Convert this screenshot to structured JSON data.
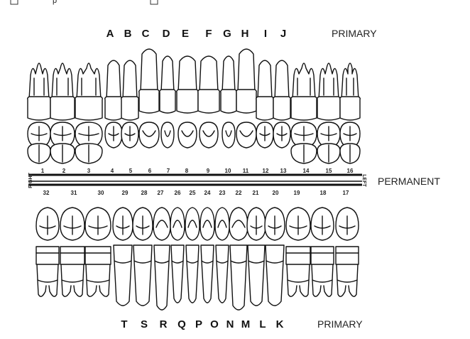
{
  "primary_upper": {
    "letters": [
      "A",
      "B",
      "C",
      "D",
      "E",
      "F",
      "G",
      "H",
      "I",
      "J"
    ],
    "label": "PRIMARY"
  },
  "primary_lower": {
    "letters": [
      "T",
      "S",
      "R",
      "Q",
      "P",
      "O",
      "N",
      "M",
      "L",
      "K"
    ],
    "label": "PRIMARY"
  },
  "permanent_label": "PERMANENT",
  "upper_numbers": [
    "1",
    "2",
    "3",
    "4",
    "5",
    "6",
    "7",
    "8",
    "9",
    "10",
    "11",
    "12",
    "13",
    "14",
    "15",
    "16"
  ],
  "lower_numbers": [
    "32",
    "31",
    "30",
    "29",
    "28",
    "27",
    "26",
    "25",
    "24",
    "23",
    "22",
    "21",
    "20",
    "19",
    "18",
    "17"
  ],
  "side_labels": {
    "right": "RIGHT",
    "left": "LEFT"
  },
  "top_fragment": {
    "text": "p"
  }
}
